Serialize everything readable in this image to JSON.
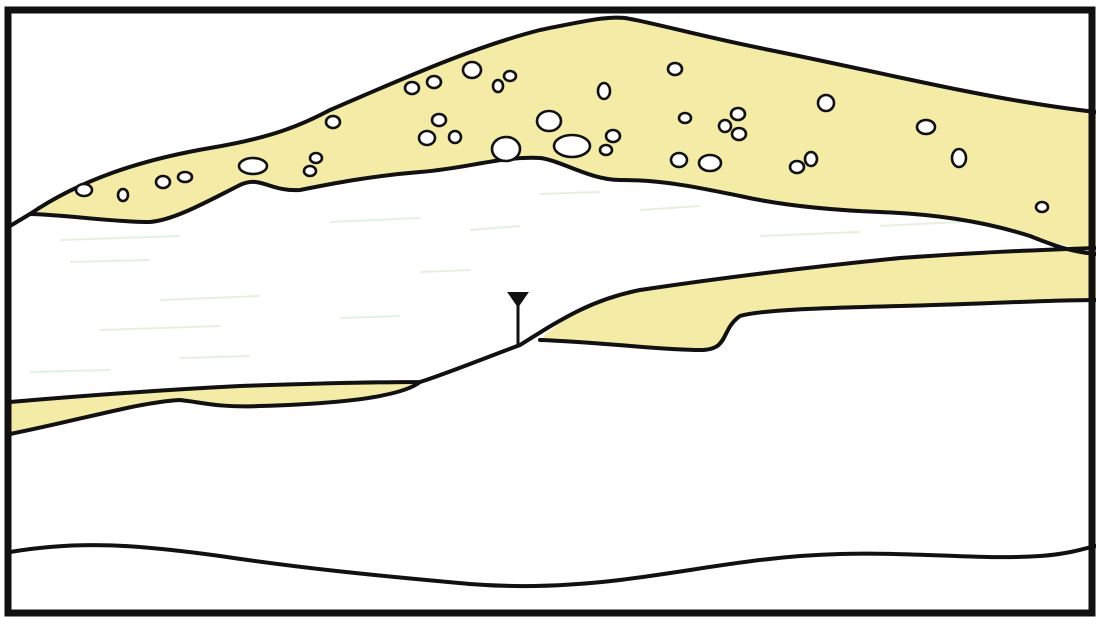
{
  "diagram": {
    "type": "geologic cross-section sketch",
    "colors": {
      "gravel_layer": "#f3eba6",
      "sand_lens": "#f3eba6",
      "background": "#ffffff",
      "lines": "#111111",
      "texture": "#cfe3c4"
    },
    "symbols": [
      "water-table-triangle",
      "rounded-clasts"
    ]
  }
}
